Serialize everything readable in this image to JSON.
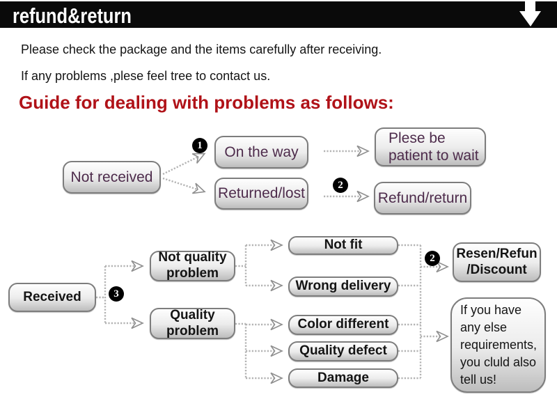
{
  "header": {
    "title": "refund&return",
    "arrow_icon": "down-arrow"
  },
  "intro": {
    "line1": "Please check the package and the items carefully after receiving.",
    "line2": "If any problems ,plese feel tree to contact us.",
    "heading": "Guide for dealing with problems as follows:"
  },
  "colors": {
    "heading_red": "#b01218",
    "node_text_purple": "#4d2b4b",
    "node_text_black": "#141414",
    "badge_bg": "#000000",
    "connector_gray": "#b3b3b3",
    "topbar_bg": "#0a0a0a"
  },
  "flow_not_received": {
    "not_received": "Not received",
    "on_the_way": "On the way",
    "returned_lost": "Returned/lost",
    "patient_wait": "Plese be\npatient to wait",
    "refund_return": "Refund/return"
  },
  "flow_received": {
    "received": "Received",
    "not_quality_problem": "Not quality\nproblem",
    "quality_problem": "Quality\nproblem",
    "not_fit": "Not fit",
    "wrong_delivery": "Wrong delivery",
    "color_different": "Color different",
    "quality_defect": "Quality defect",
    "damage": "Damage",
    "resend_refund_discount": "Resen/Refun\n/Discount",
    "other_requirements": "If you have\nany else\nrequirements,\nyou cluld also\ntell us!"
  },
  "badges": {
    "one": "1",
    "two": "2",
    "three": "3"
  }
}
